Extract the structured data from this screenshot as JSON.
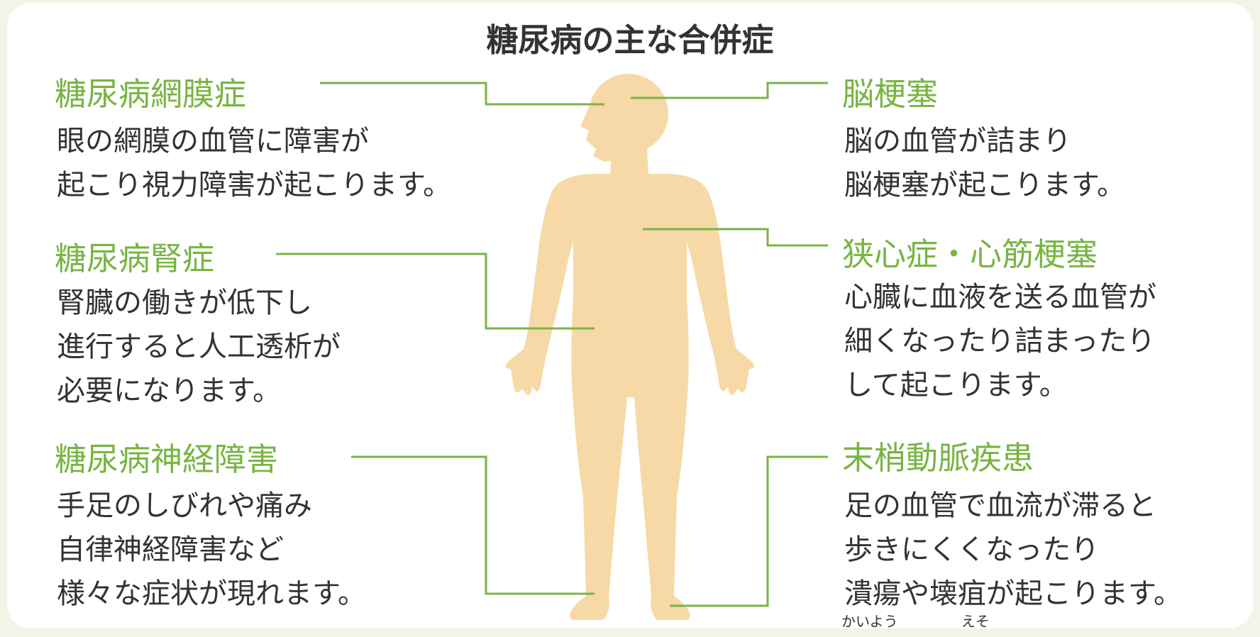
{
  "title": "糖尿病の主な合併症",
  "colors": {
    "accent": "#78b543",
    "body": "#f6d9a7",
    "text": "#333333"
  },
  "left": [
    {
      "heading": "糖尿病網膜症",
      "lines": [
        "眼の網膜の血管に障害が",
        "起こり視力障害が起こります。"
      ]
    },
    {
      "heading": "糖尿病腎症",
      "lines": [
        "腎臓の働きが低下し",
        "進行すると人工透析が",
        "必要になります。"
      ]
    },
    {
      "heading": "糖尿病神経障害",
      "lines": [
        "手足のしびれや痛み",
        "自律神経障害など",
        "様々な症状が現れます。"
      ]
    }
  ],
  "right": [
    {
      "heading": "脳梗塞",
      "lines": [
        "脳の血管が詰まり",
        "脳梗塞が起こります。"
      ]
    },
    {
      "heading": "狭心症・心筋梗塞",
      "lines": [
        "心臓に血液を送る血管が",
        "細くなったり詰まったり",
        "して起こります。"
      ]
    },
    {
      "heading": "末梢動脈疾患",
      "lines": [
        "足の血管で血流が滞ると",
        "歩きにくくなったり",
        "潰瘍や壊疽が起こります。"
      ]
    }
  ],
  "ruby": {
    "kaiyou": "かいよう",
    "eso": "えそ"
  }
}
